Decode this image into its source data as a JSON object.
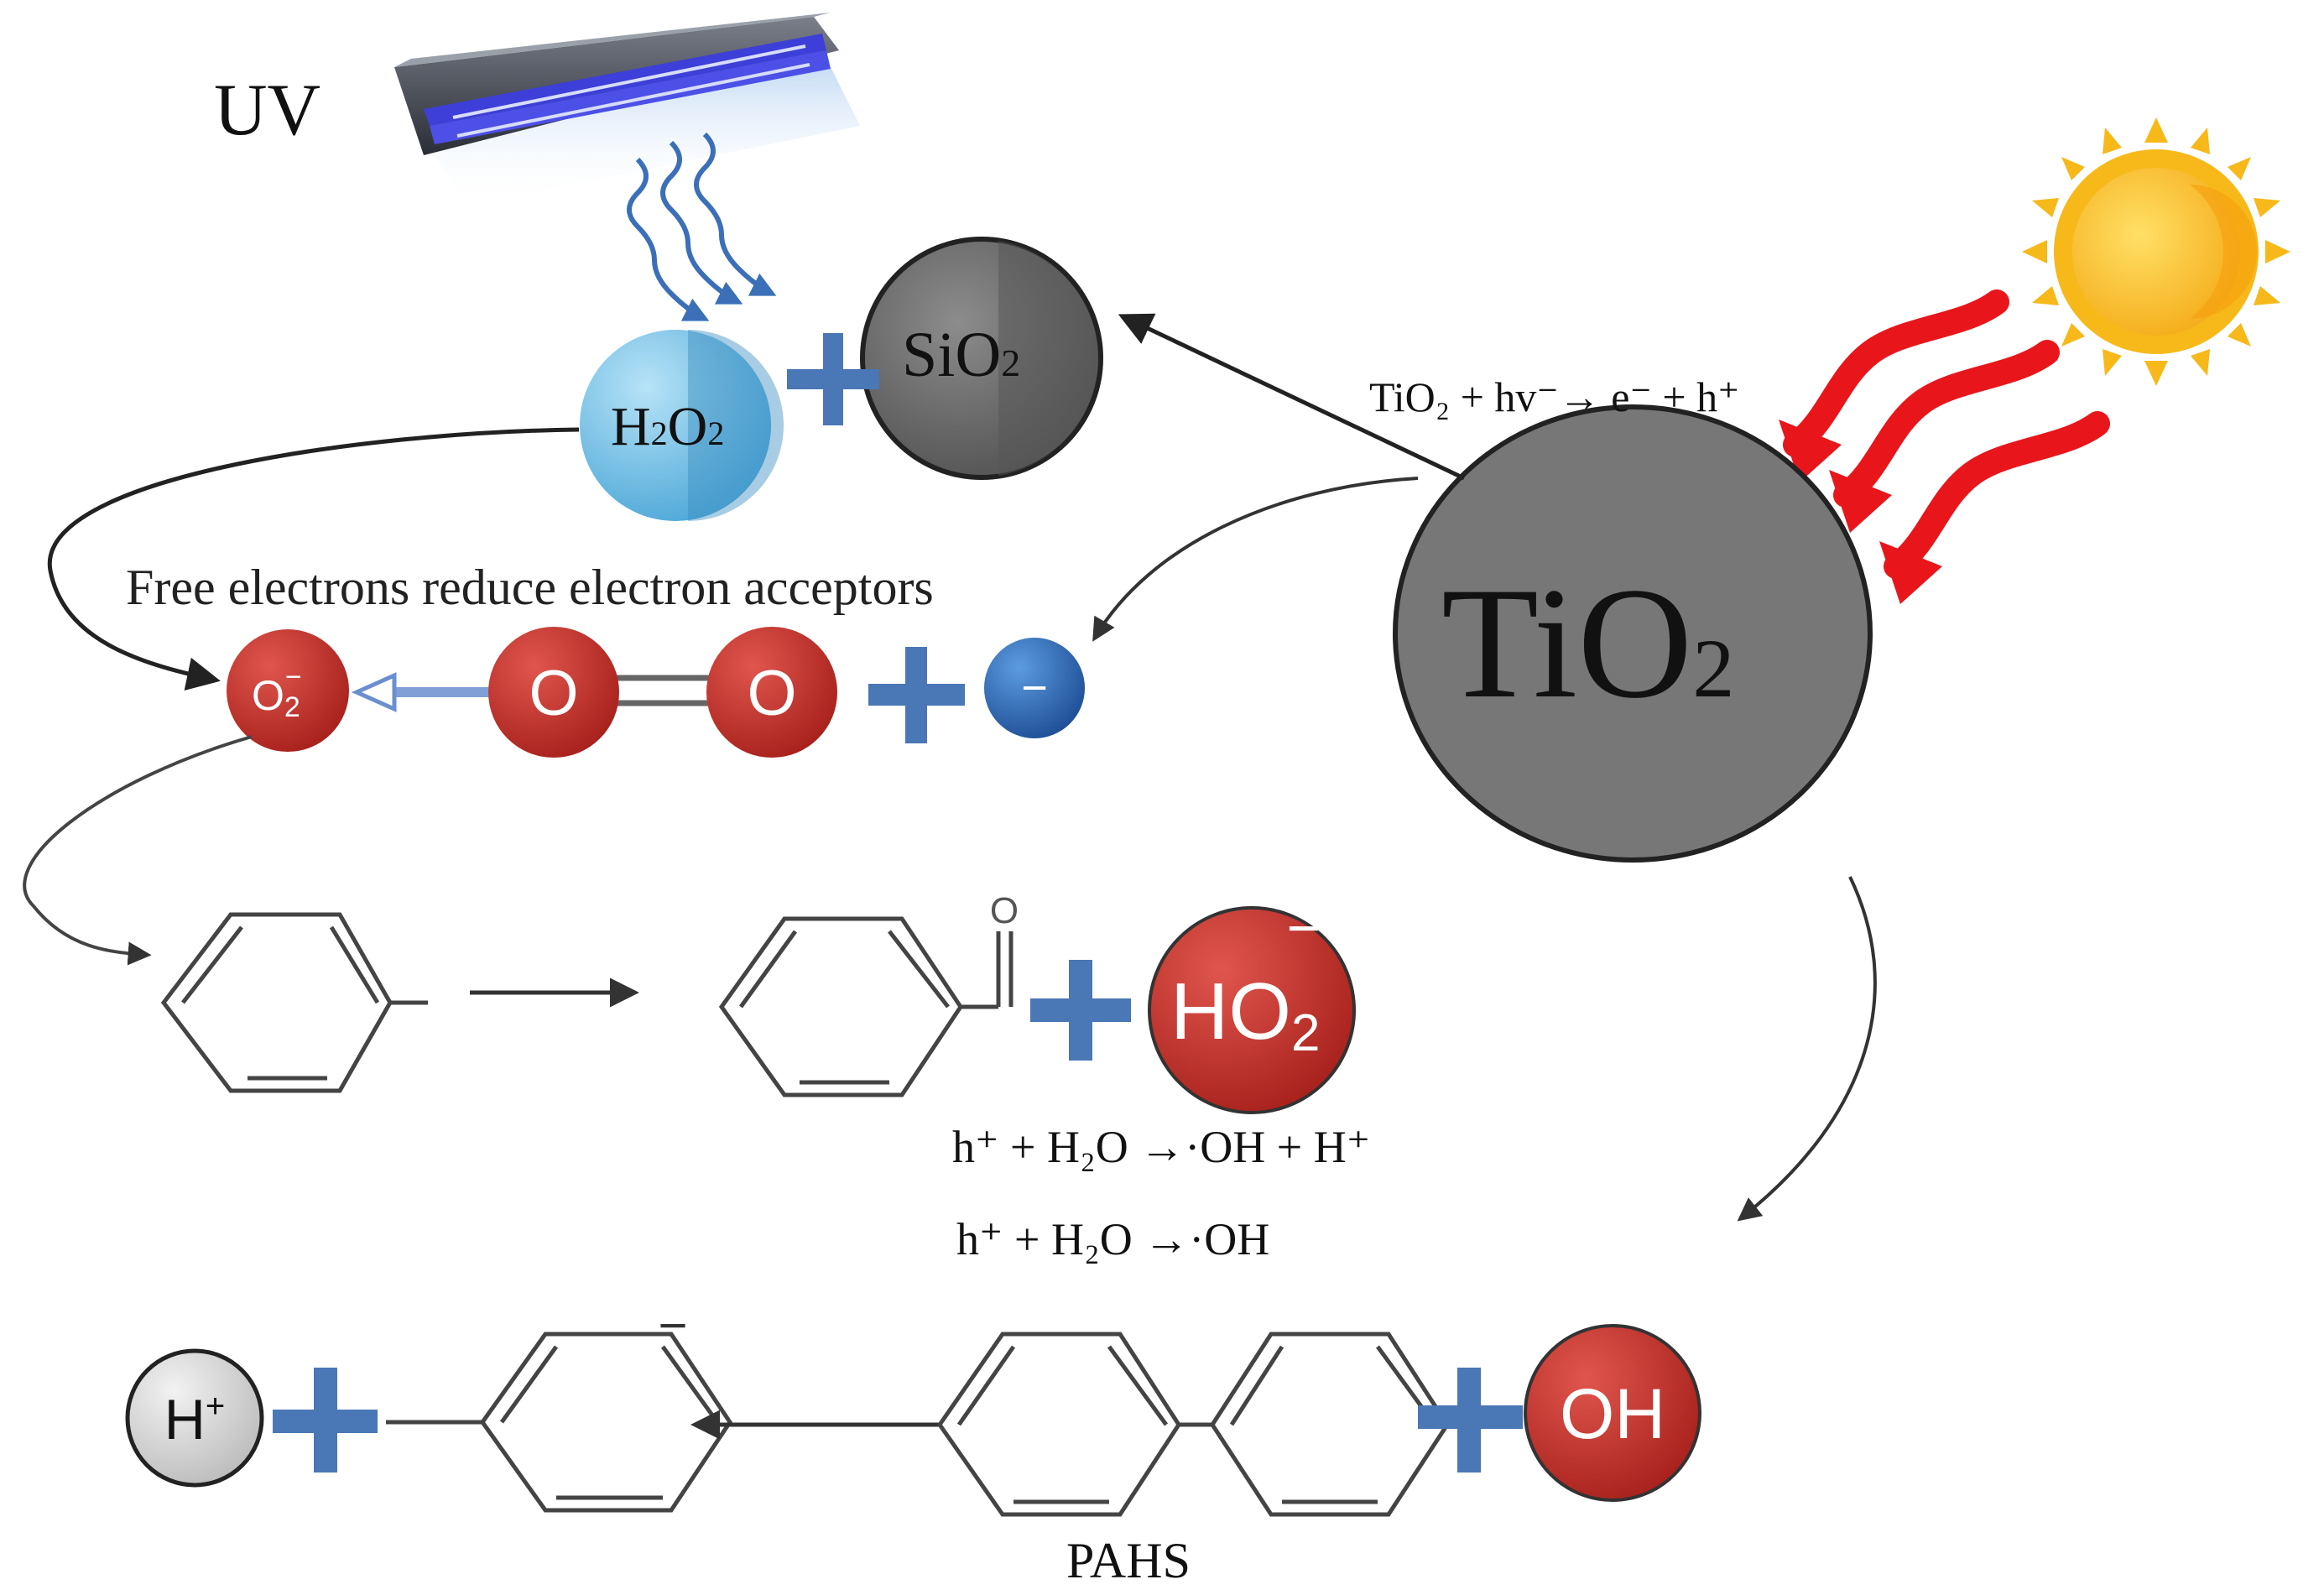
{
  "labels": {
    "uv": "UV",
    "sio2_main": "SiO",
    "sio2_sub": "2",
    "h2o2_a": "H",
    "h2o2_sub1": "2",
    "h2o2_b": "O",
    "h2o2_sub2": "2",
    "tio2_main": "TiO",
    "tio2_sub": "2",
    "free_electrons": "Free electrons reduce electron acceptors",
    "o2_radical_main": "O",
    "o2_radical_sub": "2",
    "o2_radical_sup": "−",
    "oxygen_left": "O",
    "oxygen_right": "O",
    "electron_sign": "−",
    "ho2_main": "HO",
    "ho2_sub": "2",
    "ho2_sup": "−",
    "aldehyde_o": "O",
    "hplus_main": "H",
    "hplus_sup": "+",
    "oh_label": "OH",
    "pahs": "PAHS",
    "anion_minus": "−"
  },
  "equations": {
    "tio2_excitation": "TiO₂ +  hv⁻→ e⁻ + h⁺",
    "hydroxyl_1": "h⁺ + H₂O →·OH + H⁺",
    "hydroxyl_2": "h⁺ + H₂O →·OH"
  },
  "colors": {
    "plus": "#4a77b5",
    "tio2": "#777777",
    "sio2": "#6e6e6e",
    "h2o2": "#7cc3e6",
    "oxygen_red": "#c0302a",
    "electron_blue": "#2e6fbf",
    "sun_yellow": "#f7b91a",
    "light_arrow_red": "#e8161b",
    "uv_lamp_blue": "#3d3fd8"
  }
}
